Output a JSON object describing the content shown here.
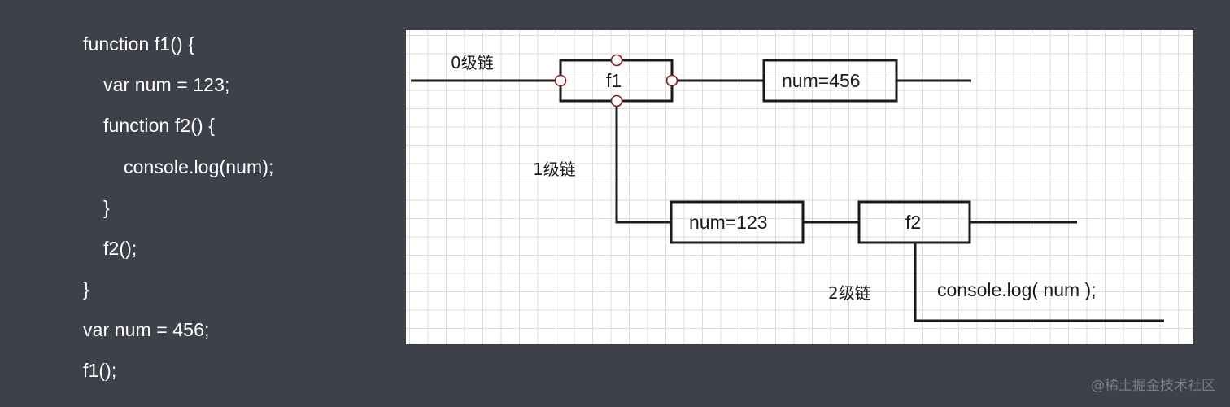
{
  "code": {
    "lines": [
      "function f1() {",
      "var num = 123;",
      "function f2() {",
      "console.log(num);",
      "}",
      "f2();",
      "}",
      "var num = 456;",
      "f1();"
    ]
  },
  "diagram": {
    "chains": {
      "level0": "0级链",
      "level1": "1级链",
      "level2": "2级链"
    },
    "nodes": {
      "f1": "f1",
      "num456": "num=456",
      "num123": "num=123",
      "f2": "f2"
    },
    "statement": "console.log( num );",
    "colors": {
      "line": "#1a1a1a",
      "connector": "#8b1a1a",
      "grid": "#dcdcdc"
    }
  },
  "watermark": "@稀土掘金技术社区"
}
